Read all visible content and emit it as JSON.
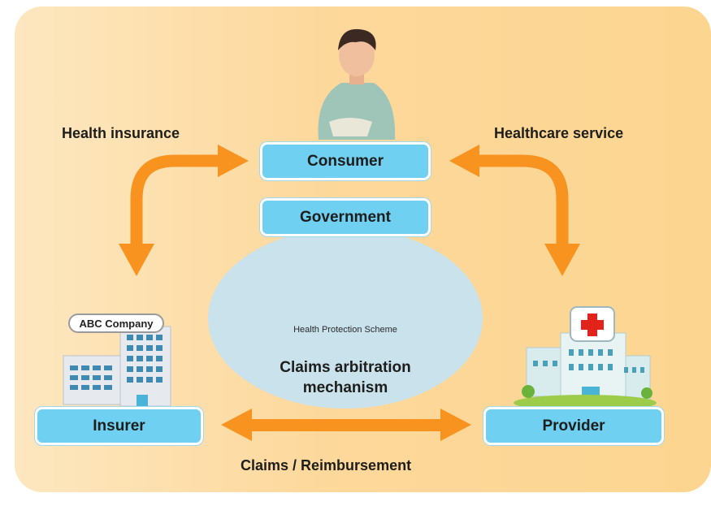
{
  "nodes": {
    "consumer": "Consumer",
    "government": "Government",
    "insurer": "Insurer",
    "provider": "Provider"
  },
  "edges": {
    "health_insurance": "Health insurance",
    "healthcare_service": "Healthcare service",
    "claims": "Claims / Reimbursement"
  },
  "scheme": {
    "name": "Health Protection Scheme",
    "mechanism": [
      "Claims arbitration",
      "mechanism"
    ]
  },
  "building_sign": "ABC Company",
  "colors": {
    "background": "#fdd89b",
    "box": "#6fd0f2",
    "arrow": "#f7931e",
    "ellipse": "#c9e2ec"
  }
}
